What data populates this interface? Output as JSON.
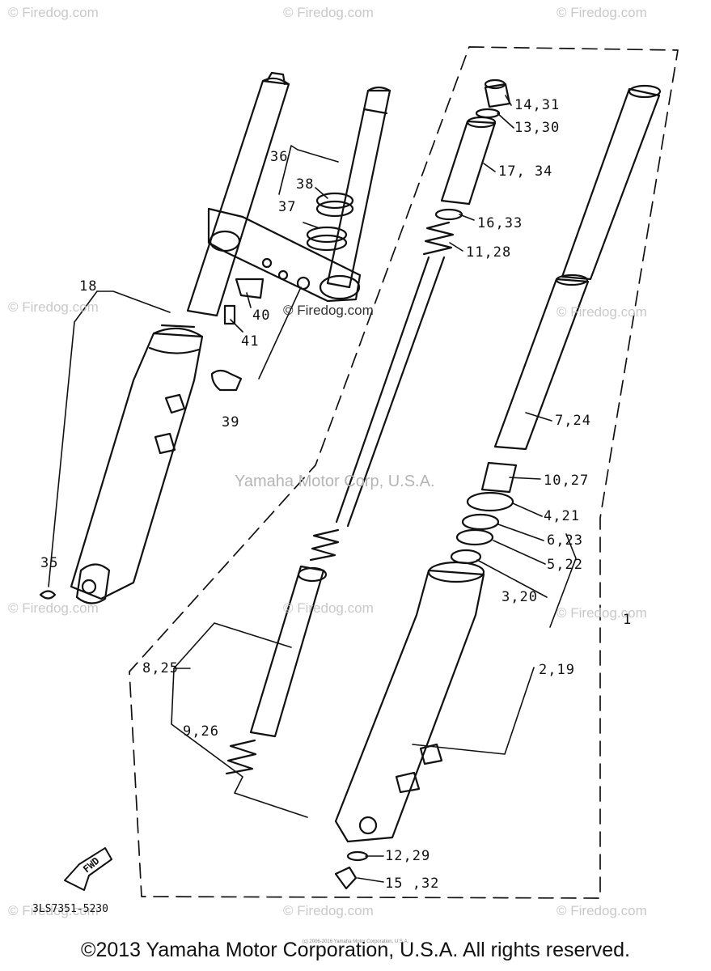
{
  "watermarks": [
    "© Firedog.com",
    "© Firedog.com",
    "© Firedog.com",
    "© Firedog.com",
    "© Firedog.com",
    "© Firedog.com",
    "© Firedog.com",
    "© Firedog.com",
    "© Firedog.com",
    "© Firedog.com",
    "© Firedog.com",
    "© Firedog.com"
  ],
  "center_watermark": "© Firedog.com",
  "yamaha_watermark": "Yamaha Motor Corp, U.S.A.",
  "labels": {
    "l_14_31": "14,31",
    "l_13_30": "13,30",
    "l_17_34": "17, 34",
    "l_16_33": "16,33",
    "l_11_28": "11,28",
    "l_36": "36",
    "l_38": "38",
    "l_37": "37",
    "l_18": "18",
    "l_40": "40",
    "l_41": "41",
    "l_39": "39",
    "l_7_24": "7,24",
    "l_10_27": "10,27",
    "l_4_21": "4,21",
    "l_6_23": "6,23",
    "l_5_22": "5,22",
    "l_3_20": "3,20",
    "l_1": "1",
    "l_35": "35",
    "l_8_25": "8,25",
    "l_2_19": "2,19",
    "l_9_26": "9,26",
    "l_12_29": "12,29",
    "l_15_32": "15 ,32"
  },
  "fwd_label": "FWD",
  "diagram_code": "3LS7351-5230",
  "tiny_copyright": "(c) 2006-2016 Yamaha Motor Corporation, U.S.A.",
  "copyright": "©2013 Yamaha Motor Corporation, U.S.A. All rights reserved."
}
